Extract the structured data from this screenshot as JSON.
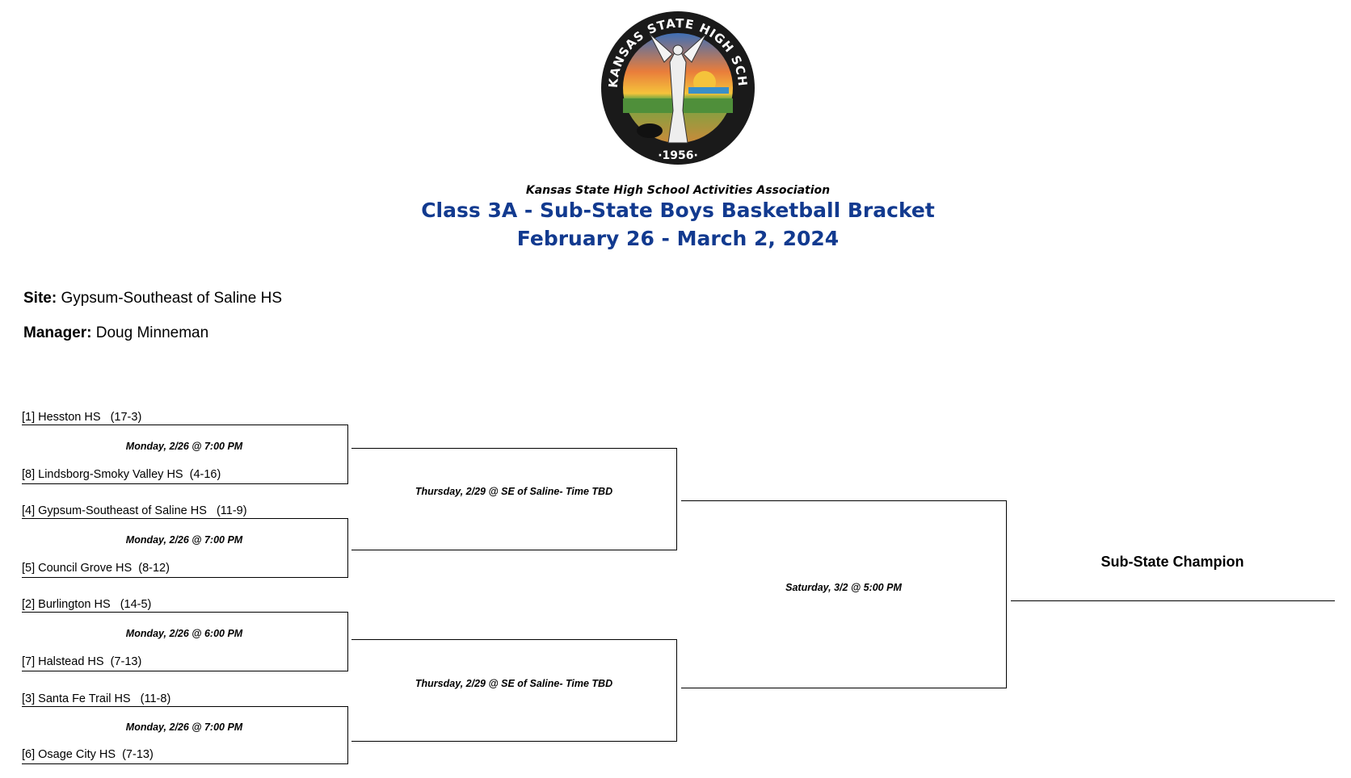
{
  "logo": {
    "ring_text": "KANSAS STATE HIGH SCHOOL ACTIVITIES ASSOCIATION, INC.",
    "year": "1956",
    "colors": {
      "ring": "#1a1a1a",
      "sky": "#f29a3c",
      "sun": "#f5c33b",
      "field": "#4f8f3a",
      "water": "#3a8fc8"
    }
  },
  "header": {
    "org": "Kansas State High School Activities Association",
    "title": "Class 3A - Sub-State Boys Basketball Bracket",
    "dates": "February 26 - March 2, 2024",
    "title_color": "#123a8f"
  },
  "info": {
    "site_label": "Site:",
    "site": "Gypsum-Southeast of Saline HS",
    "manager_label": "Manager:",
    "manager": "Doug Minneman"
  },
  "round1": [
    {
      "top": "[1] Hesston HS   (17-3)",
      "bottom": "[8] Lindsborg-Smoky Valley HS  (4-16)",
      "time": "Monday, 2/26 @ 7:00 PM"
    },
    {
      "top": "[4] Gypsum-Southeast of Saline HS   (11-9)",
      "bottom": "[5] Council Grove HS  (8-12)",
      "time": "Monday, 2/26 @ 7:00 PM"
    },
    {
      "top": "[2] Burlington HS   (14-5)",
      "bottom": "[7] Halstead HS  (7-13)",
      "time": "Monday, 2/26 @ 6:00 PM"
    },
    {
      "top": "[3] Santa Fe Trail HS   (11-8)",
      "bottom": "[6] Osage City HS  (7-13)",
      "time": "Monday, 2/26 @ 7:00 PM"
    }
  ],
  "round2": [
    {
      "time": "Thursday, 2/29 @ SE of Saline- Time TBD"
    },
    {
      "time": "Thursday, 2/29 @ SE of Saline- Time TBD"
    }
  ],
  "final": {
    "time": "Saturday, 3/2 @ 5:00 PM"
  },
  "champion": {
    "label": "Sub-State Champion"
  }
}
